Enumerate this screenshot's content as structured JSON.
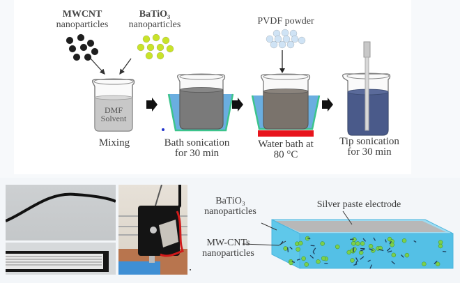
{
  "top_diagram": {
    "inputs": {
      "mwcnt": {
        "line1": "MWCNT",
        "line2": "nanoparticles",
        "particle_color": "#1e1e1e"
      },
      "batio3": {
        "line1": "BaTiO₃",
        "line2": "nanoparticles",
        "particle_color": "#c9e32a"
      },
      "pvdf": {
        "label": "PVDF powder",
        "particle_color": "#cfe3f5"
      }
    },
    "beaker_text": {
      "line1": "DMF",
      "line2": "Solvent"
    },
    "steps": [
      {
        "line1": "Mixing",
        "line2": ""
      },
      {
        "line1": "Bath sonication",
        "line2": "for 30 min"
      },
      {
        "line1": "Water bath at",
        "line2": "80 °C"
      },
      {
        "line1": "Tip sonication",
        "line2": "for 30 min"
      }
    ],
    "colors": {
      "dmf_solvent": "#c8c8c8",
      "mixture": "#7a7a7a",
      "water_bath": "#6aaee0",
      "bath_rim": "#3cc48c",
      "heater": "#e8141c",
      "final_solution": "#4a5a8a"
    }
  },
  "bottom_diagram": {
    "photos": [
      {
        "name": "filament-photo"
      },
      {
        "name": "printed-electrode-photo"
      },
      {
        "name": "3d-printer-extruder-photo"
      }
    ],
    "schematic": {
      "label_top": "Silver paste electrode",
      "label_batio3": {
        "line1": "BaTiO₃",
        "line2": "nanoparticles"
      },
      "label_mwcnt": {
        "line1": "MW-CNTs",
        "line2": "nanoparticles"
      },
      "colors": {
        "slab": "#5fc8ea",
        "electrode": "#b8b8b8",
        "particle": "#7cd04a",
        "cnt": "#1f3d5a"
      }
    }
  }
}
